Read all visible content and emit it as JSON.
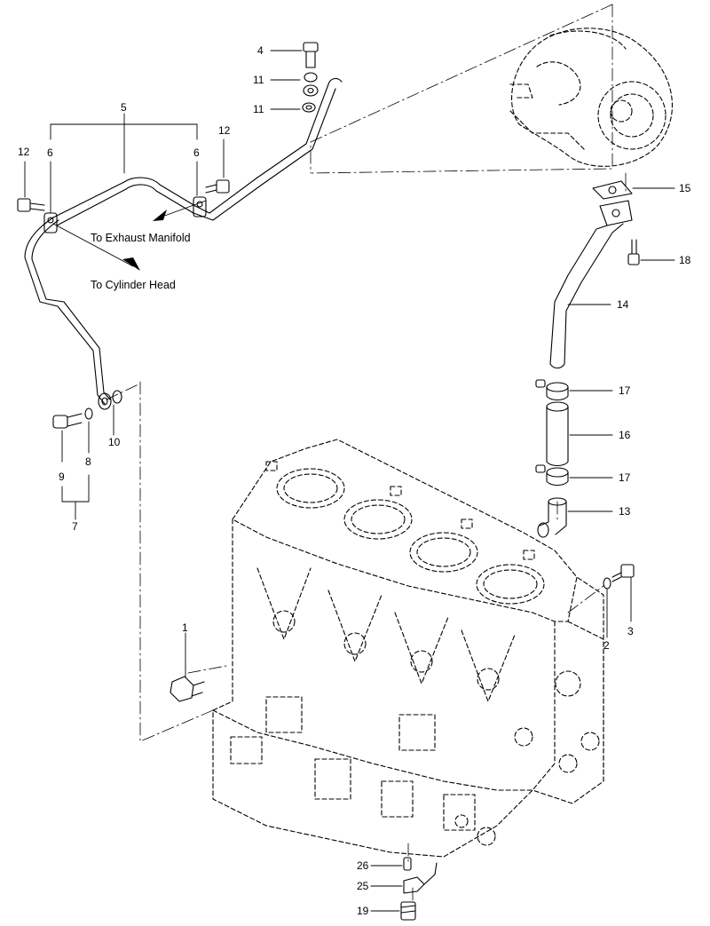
{
  "callouts": {
    "c1": "1",
    "c2": "2",
    "c3": "3",
    "c4": "4",
    "c5": "5",
    "c6a": "6",
    "c6b": "6",
    "c7": "7",
    "c8": "8",
    "c9": "9",
    "c10": "10",
    "c11a": "11",
    "c11b": "11",
    "c12a": "12",
    "c12b": "12",
    "c13": "13",
    "c14": "14",
    "c15": "15",
    "c16": "16",
    "c17a": "17",
    "c17b": "17",
    "c18": "18",
    "c19": "19",
    "c25": "25",
    "c26": "26"
  },
  "notes": {
    "exhaust": "To Exhaust Manifold",
    "cylinder_head": "To Cylinder Head"
  }
}
